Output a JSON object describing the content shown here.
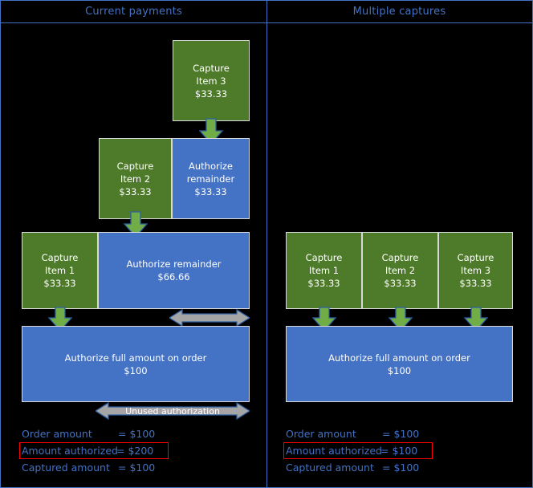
{
  "diagram": {
    "title_left": "Current payments",
    "title_right": "Multiple captures",
    "colors": {
      "green": "#4E7B2A",
      "blue": "#4472C4",
      "arrow_green": "#70AD47",
      "arrow_grey": "#A5A5A5",
      "highlight": "#FF0000",
      "background": "#000000",
      "box_border": "#D9D9D9"
    }
  },
  "left_panel": {
    "boxes": {
      "capture3": {
        "line1": "Capture",
        "line2": "Item 3",
        "line3": "$33.33"
      },
      "capture2": {
        "line1": "Capture",
        "line2": "Item 2",
        "line3": "$33.33"
      },
      "authorize_remainder_33": {
        "line1": "Authorize",
        "line2": "remainder",
        "line3": "$33.33"
      },
      "capture1": {
        "line1": "Capture",
        "line2": "Item 1",
        "line3": "$33.33"
      },
      "authorize_remainder_66": {
        "line1": "Authorize remainder",
        "line2": "$66.66"
      },
      "authorize_full": {
        "line1": "Authorize full amount on order",
        "line2": "$100"
      }
    },
    "unused_label": "Unused authorization",
    "legend": [
      {
        "label": "Order amount",
        "value": "= $100",
        "highlighted": false
      },
      {
        "label": "Amount authorized",
        "value": "= $200",
        "highlighted": true
      },
      {
        "label": "Captured amount",
        "value": "= $100",
        "highlighted": false
      }
    ]
  },
  "right_panel": {
    "boxes": {
      "capture1": {
        "line1": "Capture",
        "line2": "Item 1",
        "line3": "$33.33"
      },
      "capture2": {
        "line1": "Capture",
        "line2": "Item 2",
        "line3": "$33.33"
      },
      "capture3": {
        "line1": "Capture",
        "line2": "Item 3",
        "line3": "$33.33"
      },
      "authorize_full": {
        "line1": "Authorize full amount on order",
        "line2": "$100"
      }
    },
    "legend": [
      {
        "label": "Order amount",
        "value": "= $100",
        "highlighted": false
      },
      {
        "label": "Amount authorized",
        "value": "= $100",
        "highlighted": true
      },
      {
        "label": "Captured amount",
        "value": "= $100",
        "highlighted": false
      }
    ]
  }
}
